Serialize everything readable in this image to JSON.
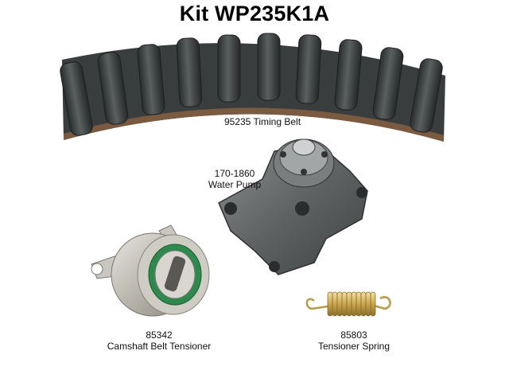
{
  "title": "Kit WP235K1A",
  "parts": {
    "timing_belt": {
      "part_number": "95235",
      "name": "Timing Belt",
      "label": "95235 Timing Belt"
    },
    "water_pump": {
      "part_number": "170-1860",
      "name": "Water Pump"
    },
    "tensioner": {
      "part_number": "85342",
      "name": "Camshaft Belt Tensioner"
    },
    "spring": {
      "part_number": "85803",
      "name": "Tensioner Spring"
    }
  }
}
